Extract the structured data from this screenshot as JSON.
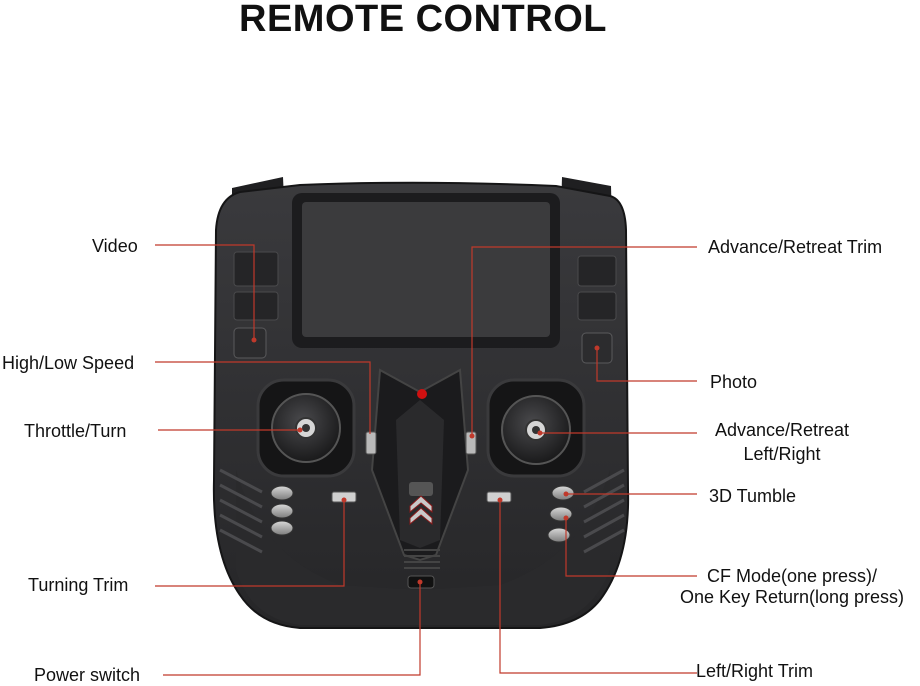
{
  "title": "REMOTE CONTROL",
  "labels": {
    "video": "Video",
    "high_low_speed": "High/Low Speed",
    "throttle_turn": "Throttle/Turn",
    "turning_trim": "Turning Trim",
    "power_switch": "Power switch",
    "advance_retreat_trim": "Advance/Retreat Trim",
    "photo": "Photo",
    "advance_retreat_1": "Advance/Retreat",
    "advance_retreat_2": "Left/Right",
    "tumble_3d": "3D Tumble",
    "cf_mode_1": "CF Mode(one press)/",
    "cf_mode_2": "One Key Return(long press)",
    "left_right_trim": "Left/Right Trim"
  },
  "colors": {
    "body": "#2e2e30",
    "body_dark": "#1c1c1e",
    "screen": "#3a3a3c",
    "leader": "#c0392b",
    "led": "#d01010"
  }
}
